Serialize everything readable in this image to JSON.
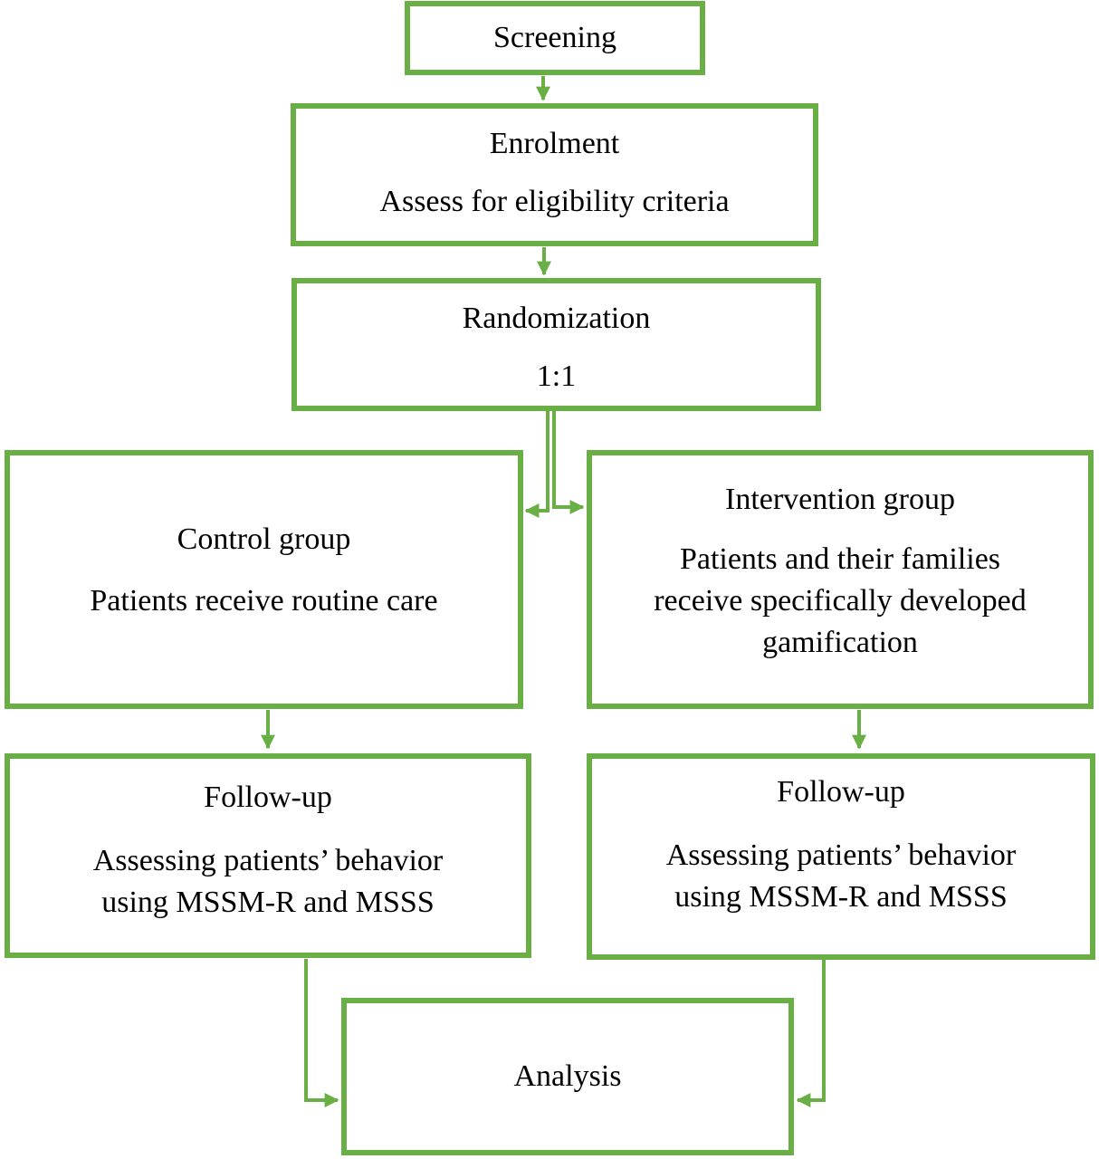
{
  "colors": {
    "border": "#6aaf45",
    "arrow": "#6aaf45",
    "text": "#000000"
  },
  "boxes": {
    "screening": {
      "title": "Screening"
    },
    "enrolment": {
      "title": "Enrolment",
      "detail": "Assess for eligibility criteria"
    },
    "randomization": {
      "title": "Randomization",
      "detail": "1:1"
    },
    "control": {
      "title": "Control group",
      "detail": "Patients receive routine care"
    },
    "intervention": {
      "title": "Intervention group",
      "detail_lines": [
        "Patients and their families",
        "receive specifically developed",
        "gamification"
      ]
    },
    "followup_control": {
      "title": "Follow-up",
      "detail_lines": [
        "Assessing patients’ behavior",
        "using MSSM-R and MSSS"
      ]
    },
    "followup_intervention": {
      "title": "Follow-up",
      "detail_lines": [
        "Assessing patients’ behavior",
        "using MSSM-R and MSSS"
      ]
    },
    "analysis": {
      "title": "Analysis"
    }
  }
}
